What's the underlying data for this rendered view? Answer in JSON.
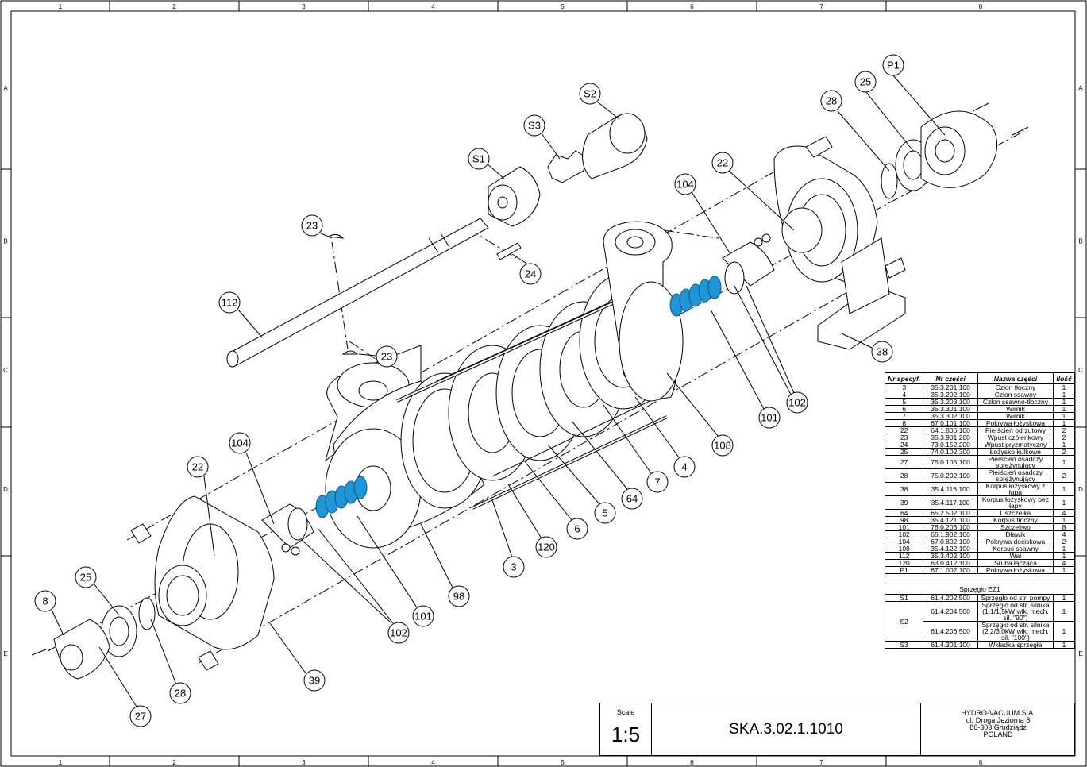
{
  "zones": {
    "columns": [
      "1",
      "2",
      "3",
      "4",
      "5",
      "6",
      "7",
      "8"
    ],
    "rows": [
      "A",
      "B",
      "C",
      "D",
      "E"
    ]
  },
  "balloons": [
    "P1",
    "25",
    "28",
    "S2",
    "S3",
    "S1",
    "22",
    "104",
    "23",
    "24",
    "112",
    "23",
    "38",
    "102",
    "101",
    "108",
    "4",
    "7",
    "64",
    "5",
    "6",
    "120",
    "3",
    "98",
    "101",
    "102",
    "104",
    "22",
    "25",
    "8",
    "28",
    "27",
    "39"
  ],
  "parts_table": {
    "headers": [
      "Nr specyf.",
      "Nr części",
      "Nazwa części",
      "Ilość"
    ],
    "rows": [
      [
        "3",
        "35.3.201.100",
        "Człon tłoczny",
        "1"
      ],
      [
        "4",
        "35.3.202.100",
        "Człon ssawny",
        "1"
      ],
      [
        "5",
        "35.3.203.100",
        "Człon ssawno-tłoczny",
        "1"
      ],
      [
        "6",
        "35.3.301.100",
        "Wirnik",
        "1"
      ],
      [
        "7",
        "35.3.302.100",
        "Wirnik",
        "1"
      ],
      [
        "8",
        "67.0.101.100",
        "Pokrywa łożyskowa",
        "1"
      ],
      [
        "22",
        "64.1.806.100",
        "Pierścień odrzutowy",
        "2"
      ],
      [
        "23",
        "35.3.901.200",
        "Wpust czółenkowy",
        "2"
      ],
      [
        "24",
        "73.0.152.200",
        "Wpust pryzmatyczny",
        "1"
      ],
      [
        "25",
        "74.0.102.300",
        "Łożysko kulkowe",
        "2"
      ],
      [
        "27",
        "75.0.105.100",
        "Pierścień osadczy sprężynujący",
        "1"
      ],
      [
        "28",
        "75.0.202.100",
        "Pierścień osadczy sprężynujący",
        "2"
      ],
      [
        "38",
        "35.4.116.100",
        "Korpus łożyskowy z łapą",
        "1"
      ],
      [
        "39",
        "35.4.117.100",
        "Korpus łożyskowy bez łapy",
        "1"
      ],
      [
        "64",
        "65.2.502.100",
        "Uszczelka",
        "4"
      ],
      [
        "98",
        "35.4.121.100",
        "Korpus tłoczny",
        "1"
      ],
      [
        "101",
        "76.0.203.100",
        "Szczeliwo",
        "8"
      ],
      [
        "102",
        "65.1.902.100",
        "Dławik",
        "4"
      ],
      [
        "104",
        "67.0.802.100",
        "Pokrywa dociskowa",
        "2"
      ],
      [
        "108",
        "35.4.122.100",
        "Korpus ssawny",
        "1"
      ],
      [
        "112",
        "35.3.402.100",
        "Wał",
        "1"
      ],
      [
        "120",
        "63.0.412.100",
        "Śruba łącząca",
        "4"
      ],
      [
        "P1",
        "67.1.002.100",
        "Pokrywa łożyskowa",
        "1"
      ]
    ],
    "coupling_section": "Sprzęgło EZ1",
    "coupling_rows": [
      [
        "S1",
        "61.4.202.500",
        "Sprzęgło od str. pompy",
        "1"
      ],
      [
        "S2",
        "61.4.204.500",
        "Sprzęgło od str. silnika (1,1/1,5kW wlk. mech. sil. \"90\")",
        "1"
      ],
      [
        "",
        "61.4.206.500",
        "Sprzęgło od str. silnika (2,2/3,0kW wlk. mech. sil. \"100\")",
        "1"
      ],
      [
        "S3",
        "61.4.301.100",
        "Wkładka sprzęgła",
        "1"
      ]
    ]
  },
  "title_block": {
    "scale_label": "Scale",
    "scale_value": "1:5",
    "drawing_number": "SKA.3.02.1.1010",
    "company": [
      "HYDRO-VACUUM S.A.",
      "ul. Droga Jeziorna 8",
      "86-303 Grudziądz",
      "POLAND"
    ]
  },
  "colors": {
    "packing": "#1e96d8",
    "line": "#000000",
    "background": "#ffffff"
  }
}
